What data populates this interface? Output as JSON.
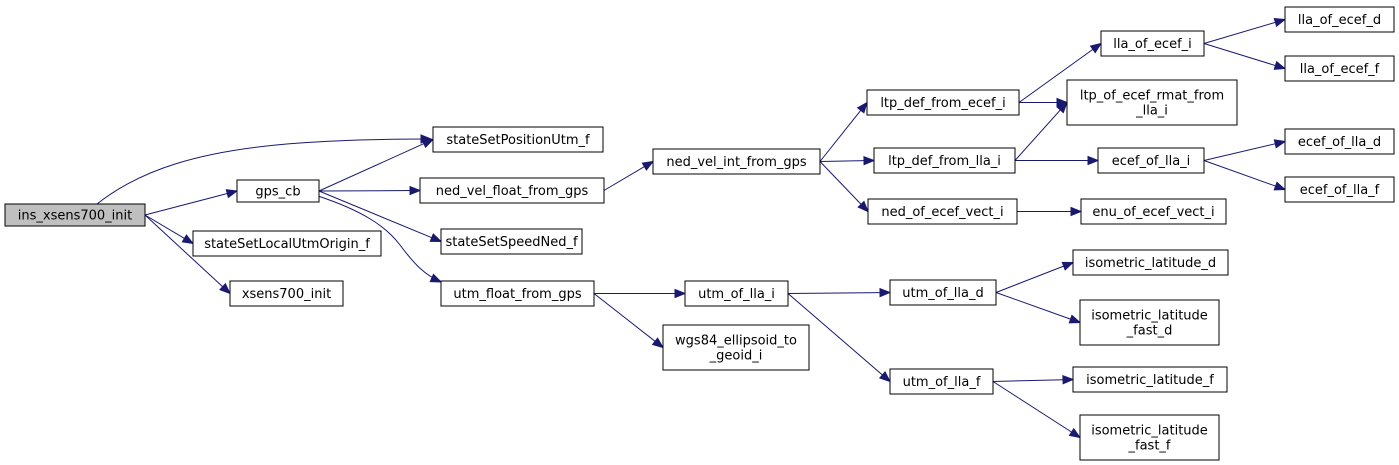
{
  "colors": {
    "edge": "#191970",
    "node_border": "#000000",
    "root_fill": "#bfbfbf",
    "node_fill": "#ffffff"
  },
  "nodes": {
    "ins_xsens700_init": {
      "lines": [
        "ins_xsens700_init"
      ],
      "root": true
    },
    "gps_cb": {
      "lines": [
        "gps_cb"
      ]
    },
    "stateSetPositionUtm_f": {
      "lines": [
        "stateSetPositionUtm_f"
      ]
    },
    "stateSetLocalUtmOrigin_f": {
      "lines": [
        "stateSetLocalUtmOrigin_f"
      ]
    },
    "xsens700_init": {
      "lines": [
        "xsens700_init"
      ]
    },
    "ned_vel_float_from_gps": {
      "lines": [
        "ned_vel_float_from_gps"
      ]
    },
    "stateSetSpeedNed_f": {
      "lines": [
        "stateSetSpeedNed_f"
      ]
    },
    "utm_float_from_gps": {
      "lines": [
        "utm_float_from_gps"
      ]
    },
    "ned_vel_int_from_gps": {
      "lines": [
        "ned_vel_int_from_gps"
      ]
    },
    "utm_of_lla_i": {
      "lines": [
        "utm_of_lla_i"
      ]
    },
    "wgs84_ellipsoid_to_geoid_i": {
      "lines": [
        "wgs84_ellipsoid_to",
        "_geoid_i"
      ]
    },
    "ltp_def_from_ecef_i": {
      "lines": [
        "ltp_def_from_ecef_i"
      ]
    },
    "ltp_def_from_lla_i": {
      "lines": [
        "ltp_def_from_lla_i"
      ]
    },
    "ned_of_ecef_vect_i": {
      "lines": [
        "ned_of_ecef_vect_i"
      ]
    },
    "utm_of_lla_d": {
      "lines": [
        "utm_of_lla_d"
      ]
    },
    "utm_of_lla_f": {
      "lines": [
        "utm_of_lla_f"
      ]
    },
    "lla_of_ecef_i": {
      "lines": [
        "lla_of_ecef_i"
      ]
    },
    "ltp_of_ecef_rmat_from_lla_i": {
      "lines": [
        "ltp_of_ecef_rmat_from",
        "_lla_i"
      ]
    },
    "ecef_of_lla_i": {
      "lines": [
        "ecef_of_lla_i"
      ]
    },
    "enu_of_ecef_vect_i": {
      "lines": [
        "enu_of_ecef_vect_i"
      ]
    },
    "isometric_latitude_d": {
      "lines": [
        "isometric_latitude_d"
      ]
    },
    "isometric_latitude_fast_d": {
      "lines": [
        "isometric_latitude",
        "_fast_d"
      ]
    },
    "isometric_latitude_f": {
      "lines": [
        "isometric_latitude_f"
      ]
    },
    "isometric_latitude_fast_f": {
      "lines": [
        "isometric_latitude",
        "_fast_f"
      ]
    },
    "lla_of_ecef_d": {
      "lines": [
        "lla_of_ecef_d"
      ]
    },
    "lla_of_ecef_f": {
      "lines": [
        "lla_of_ecef_f"
      ]
    },
    "ecef_of_lla_d": {
      "lines": [
        "ecef_of_lla_d"
      ]
    },
    "ecef_of_lla_f": {
      "lines": [
        "ecef_of_lla_f"
      ]
    }
  },
  "edges": [
    [
      "ins_xsens700_init",
      "gps_cb"
    ],
    [
      "ins_xsens700_init",
      "stateSetPositionUtm_f"
    ],
    [
      "ins_xsens700_init",
      "stateSetLocalUtmOrigin_f"
    ],
    [
      "ins_xsens700_init",
      "xsens700_init"
    ],
    [
      "gps_cb",
      "stateSetPositionUtm_f"
    ],
    [
      "gps_cb",
      "ned_vel_float_from_gps"
    ],
    [
      "gps_cb",
      "stateSetSpeedNed_f"
    ],
    [
      "gps_cb",
      "utm_float_from_gps"
    ],
    [
      "ned_vel_float_from_gps",
      "ned_vel_int_from_gps"
    ],
    [
      "utm_float_from_gps",
      "utm_of_lla_i"
    ],
    [
      "utm_float_from_gps",
      "wgs84_ellipsoid_to_geoid_i"
    ],
    [
      "ned_vel_int_from_gps",
      "ltp_def_from_ecef_i"
    ],
    [
      "ned_vel_int_from_gps",
      "ltp_def_from_lla_i"
    ],
    [
      "ned_vel_int_from_gps",
      "ned_of_ecef_vect_i"
    ],
    [
      "utm_of_lla_i",
      "utm_of_lla_d"
    ],
    [
      "utm_of_lla_i",
      "utm_of_lla_f"
    ],
    [
      "ltp_def_from_ecef_i",
      "lla_of_ecef_i"
    ],
    [
      "ltp_def_from_ecef_i",
      "ltp_of_ecef_rmat_from_lla_i"
    ],
    [
      "ltp_def_from_lla_i",
      "ltp_of_ecef_rmat_from_lla_i"
    ],
    [
      "ltp_def_from_lla_i",
      "ecef_of_lla_i"
    ],
    [
      "ned_of_ecef_vect_i",
      "enu_of_ecef_vect_i"
    ],
    [
      "utm_of_lla_d",
      "isometric_latitude_d"
    ],
    [
      "utm_of_lla_d",
      "isometric_latitude_fast_d"
    ],
    [
      "utm_of_lla_f",
      "isometric_latitude_f"
    ],
    [
      "utm_of_lla_f",
      "isometric_latitude_fast_f"
    ],
    [
      "lla_of_ecef_i",
      "lla_of_ecef_d"
    ],
    [
      "lla_of_ecef_i",
      "lla_of_ecef_f"
    ],
    [
      "ecef_of_lla_i",
      "ecef_of_lla_d"
    ],
    [
      "ecef_of_lla_i",
      "ecef_of_lla_f"
    ]
  ]
}
